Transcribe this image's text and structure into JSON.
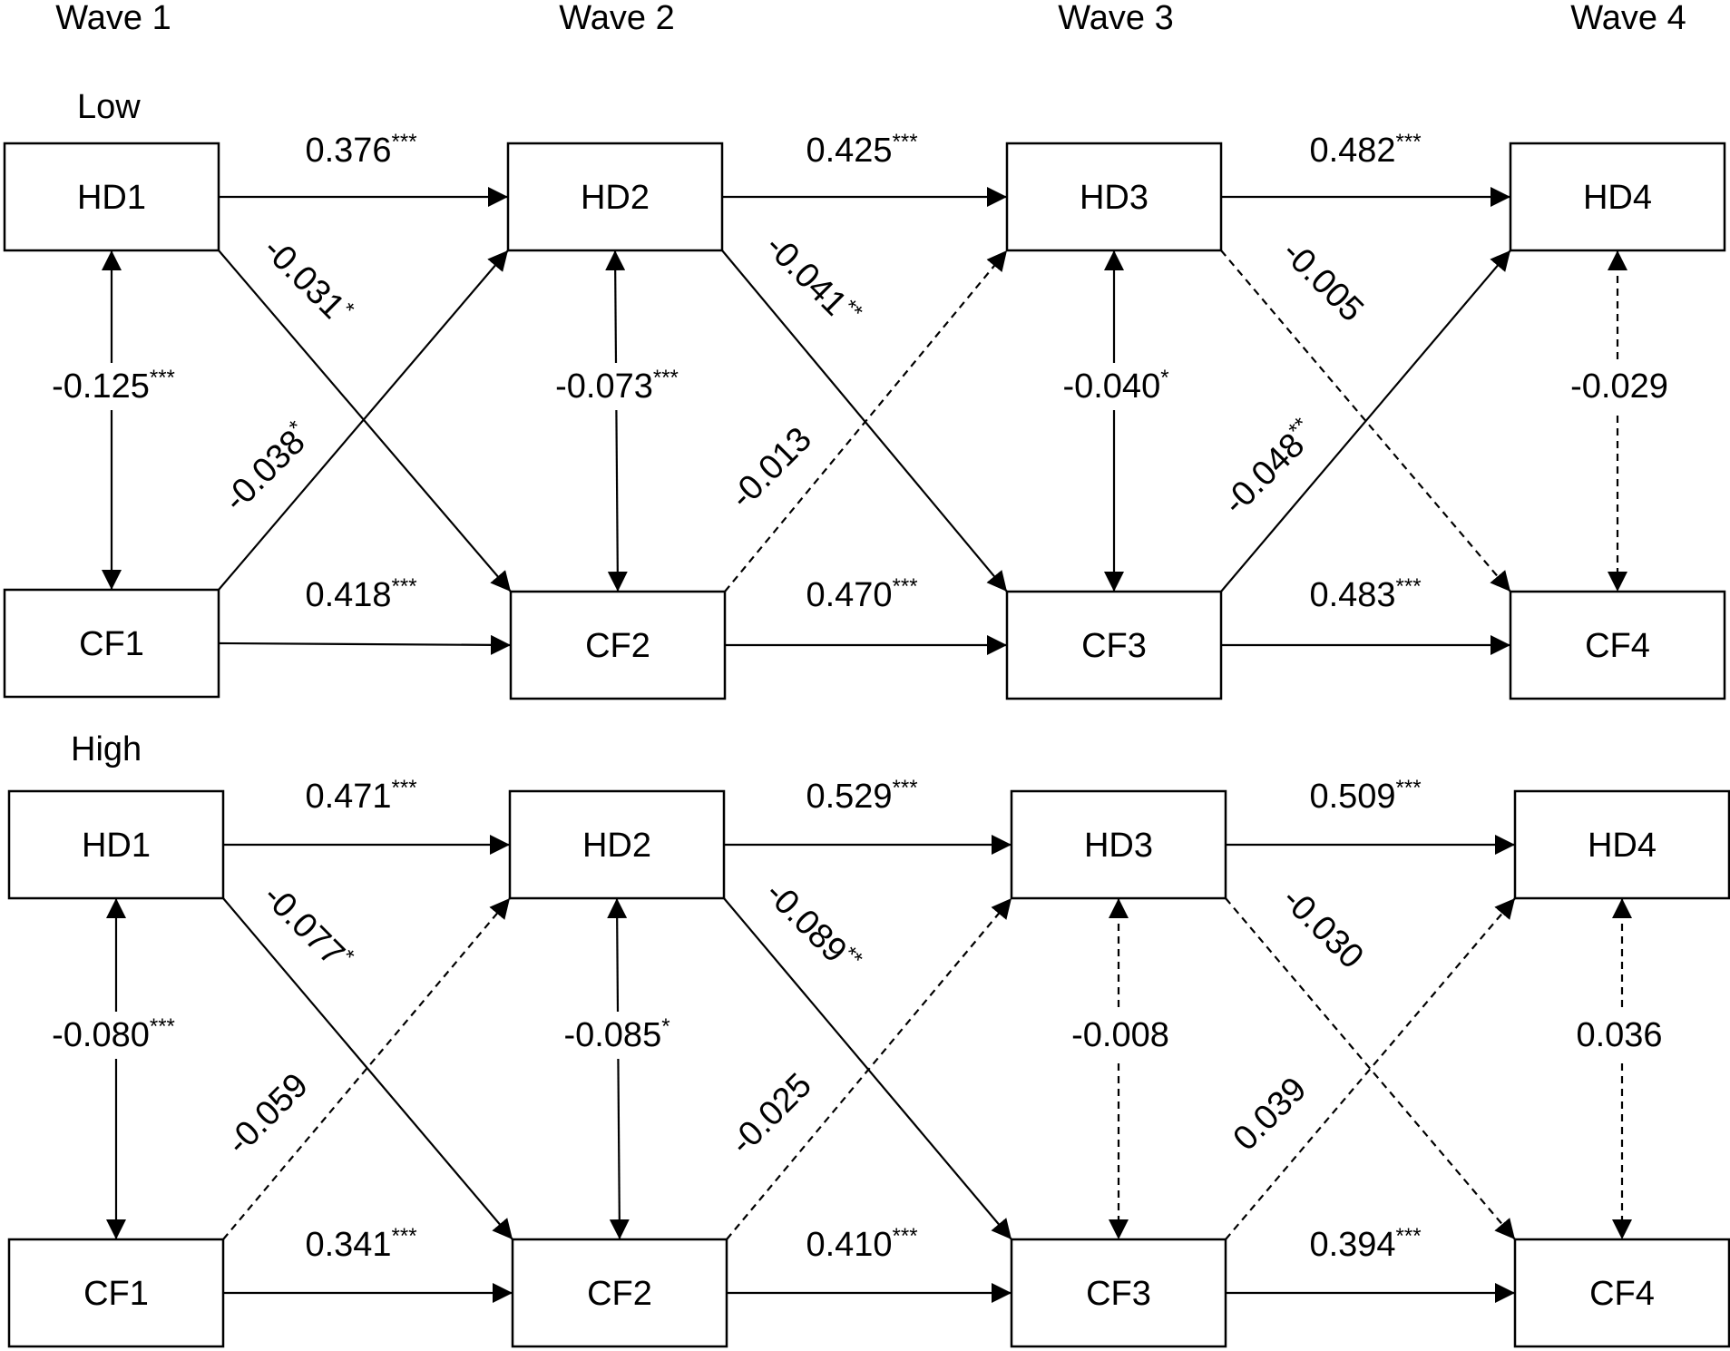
{
  "waves": [
    "Wave 1",
    "Wave 2",
    "Wave 3",
    "Wave 4"
  ],
  "panels": [
    {
      "label": "Low",
      "nodes": {
        "HD1": "HD1",
        "HD2": "HD2",
        "HD3": "HD3",
        "HD4": "HD4",
        "CF1": "CF1",
        "CF2": "CF2",
        "CF3": "CF3",
        "CF4": "CF4"
      },
      "paths": [
        {
          "from": "HD1",
          "to": "HD2",
          "value": "0.376",
          "sig": "***",
          "style": "solid"
        },
        {
          "from": "HD2",
          "to": "HD3",
          "value": "0.425",
          "sig": "***",
          "style": "solid"
        },
        {
          "from": "HD3",
          "to": "HD4",
          "value": "0.482",
          "sig": "***",
          "style": "solid"
        },
        {
          "from": "CF1",
          "to": "CF2",
          "value": "0.418",
          "sig": "***",
          "style": "solid"
        },
        {
          "from": "CF2",
          "to": "CF3",
          "value": "0.470",
          "sig": "***",
          "style": "solid"
        },
        {
          "from": "CF3",
          "to": "CF4",
          "value": "0.483",
          "sig": "***",
          "style": "solid"
        },
        {
          "from": "HD1",
          "to": "CF1",
          "value": "-0.125",
          "sig": "***",
          "style": "solid",
          "type": "correlation"
        },
        {
          "from": "HD2",
          "to": "CF2",
          "value": "-0.073",
          "sig": "***",
          "style": "solid",
          "type": "correlation"
        },
        {
          "from": "HD3",
          "to": "CF3",
          "value": "-0.040",
          "sig": "*",
          "style": "solid",
          "type": "correlation"
        },
        {
          "from": "HD4",
          "to": "CF4",
          "value": "-0.029",
          "sig": "",
          "style": "dashed",
          "type": "correlation"
        },
        {
          "from": "HD1",
          "to": "CF2",
          "value": "-0.031",
          "sig": "*",
          "style": "solid"
        },
        {
          "from": "HD2",
          "to": "CF3",
          "value": "-0.041",
          "sig": "**",
          "style": "solid"
        },
        {
          "from": "HD3",
          "to": "CF4",
          "value": "-0.005",
          "sig": "",
          "style": "dashed"
        },
        {
          "from": "CF1",
          "to": "HD2",
          "value": "-0.038",
          "sig": "*",
          "style": "solid"
        },
        {
          "from": "CF2",
          "to": "HD3",
          "value": "-0.013",
          "sig": "",
          "style": "dashed"
        },
        {
          "from": "CF3",
          "to": "HD4",
          "value": "-0.048",
          "sig": "**",
          "style": "solid"
        }
      ]
    },
    {
      "label": "High",
      "nodes": {
        "HD1": "HD1",
        "HD2": "HD2",
        "HD3": "HD3",
        "HD4": "HD4",
        "CF1": "CF1",
        "CF2": "CF2",
        "CF3": "CF3",
        "CF4": "CF4"
      },
      "paths": [
        {
          "from": "HD1",
          "to": "HD2",
          "value": "0.471",
          "sig": "***",
          "style": "solid"
        },
        {
          "from": "HD2",
          "to": "HD3",
          "value": "0.529",
          "sig": "***",
          "style": "solid"
        },
        {
          "from": "HD3",
          "to": "HD4",
          "value": "0.509",
          "sig": "***",
          "style": "solid"
        },
        {
          "from": "CF1",
          "to": "CF2",
          "value": "0.341",
          "sig": "***",
          "style": "solid"
        },
        {
          "from": "CF2",
          "to": "CF3",
          "value": "0.410",
          "sig": "***",
          "style": "solid"
        },
        {
          "from": "CF3",
          "to": "CF4",
          "value": "0.394",
          "sig": "***",
          "style": "solid"
        },
        {
          "from": "HD1",
          "to": "CF1",
          "value": "-0.080",
          "sig": "***",
          "style": "solid",
          "type": "correlation"
        },
        {
          "from": "HD2",
          "to": "CF2",
          "value": "-0.085",
          "sig": "*",
          "style": "solid",
          "type": "correlation"
        },
        {
          "from": "HD3",
          "to": "CF3",
          "value": "-0.008",
          "sig": "",
          "style": "dashed",
          "type": "correlation"
        },
        {
          "from": "HD4",
          "to": "CF4",
          "value": "0.036",
          "sig": "",
          "style": "dashed",
          "type": "correlation"
        },
        {
          "from": "HD1",
          "to": "CF2",
          "value": "-0.077",
          "sig": "*",
          "style": "solid"
        },
        {
          "from": "HD2",
          "to": "CF3",
          "value": "-0.089",
          "sig": "**",
          "style": "solid"
        },
        {
          "from": "HD3",
          "to": "CF4",
          "value": "-0.030",
          "sig": "",
          "style": "dashed"
        },
        {
          "from": "CF1",
          "to": "HD2",
          "value": "-0.059",
          "sig": "",
          "style": "dashed"
        },
        {
          "from": "CF2",
          "to": "HD3",
          "value": "-0.025",
          "sig": "",
          "style": "dashed"
        },
        {
          "from": "CF3",
          "to": "HD4",
          "value": "0.039",
          "sig": "",
          "style": "dashed"
        }
      ]
    }
  ]
}
